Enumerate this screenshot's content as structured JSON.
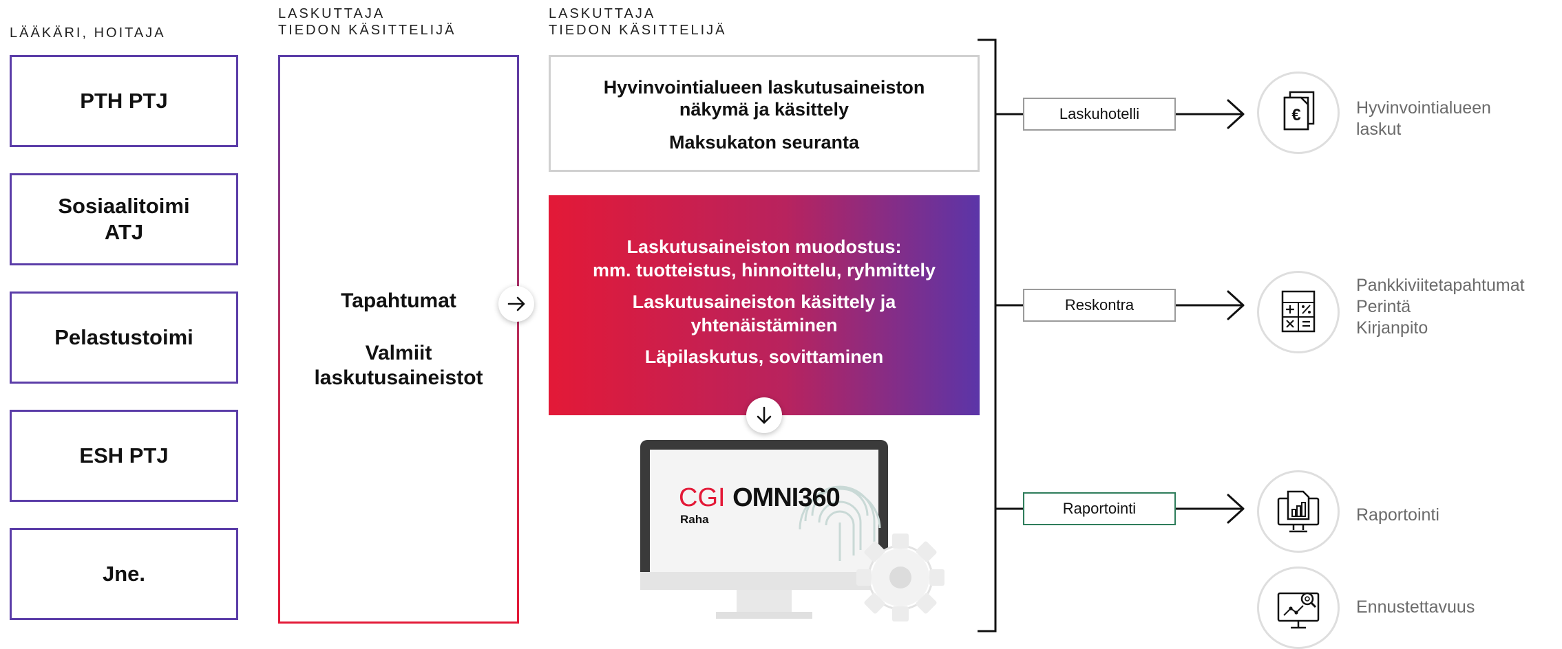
{
  "headers": {
    "col1": "LÄÄKÄRI, HOITAJA",
    "col2": [
      "LASKUTTAJA",
      "TIEDON KÄSITTELIJÄ"
    ],
    "col3": [
      "LASKUTTAJA",
      "TIEDON KÄSITTELIJÄ"
    ]
  },
  "sources": [
    {
      "line1": "PTH PTJ",
      "line2": ""
    },
    {
      "line1": "Sosiaalitoimi",
      "line2": "ATJ"
    },
    {
      "line1": "Pelastustoimi",
      "line2": ""
    },
    {
      "line1": "ESH PTJ",
      "line2": ""
    },
    {
      "line1": "Jne.",
      "line2": ""
    }
  ],
  "middle": {
    "events": "Tapahtumat",
    "ready": [
      "Valmiit",
      "laskutusaineistot"
    ]
  },
  "top_box": {
    "line1": "Hyvinvointialueen laskutusaineiston",
    "line2": "näkymä ja käsittely",
    "line3": "Maksukaton seuranta"
  },
  "process_box": {
    "items": [
      "Laskutusaineiston muodostus:",
      "mm. tuotteistus, hinnoittelu, ryhmittely",
      "Laskutusaineiston käsittely ja",
      "yhtenäistäminen",
      "Läpilaskutus, sovittaminen"
    ]
  },
  "monitor": {
    "brand": "CGI",
    "product": "OMNI360",
    "sub": "Raha"
  },
  "outputs": [
    {
      "tag": "Laskuhotelli",
      "lines": [
        "Hyvinvointialueen",
        "laskut"
      ],
      "icon": "euro-document-icon"
    },
    {
      "tag": "Reskontra",
      "lines": [
        "Pankkiviitetapahtumat",
        "Perintä",
        "Kirjanpito"
      ],
      "icon": "calculator-icon"
    },
    {
      "tag": "Raportointi",
      "lines": [
        "Raportointi"
      ],
      "icon": "report-monitor-icon"
    },
    {
      "tag": "",
      "lines": [
        "Ennustettavuus"
      ],
      "icon": "forecast-chart-icon"
    }
  ],
  "colors": {
    "purple": "#5b3da8",
    "red": "#e31937",
    "green_border": "#2e7d5b",
    "gray_text": "#6b6b6b"
  }
}
